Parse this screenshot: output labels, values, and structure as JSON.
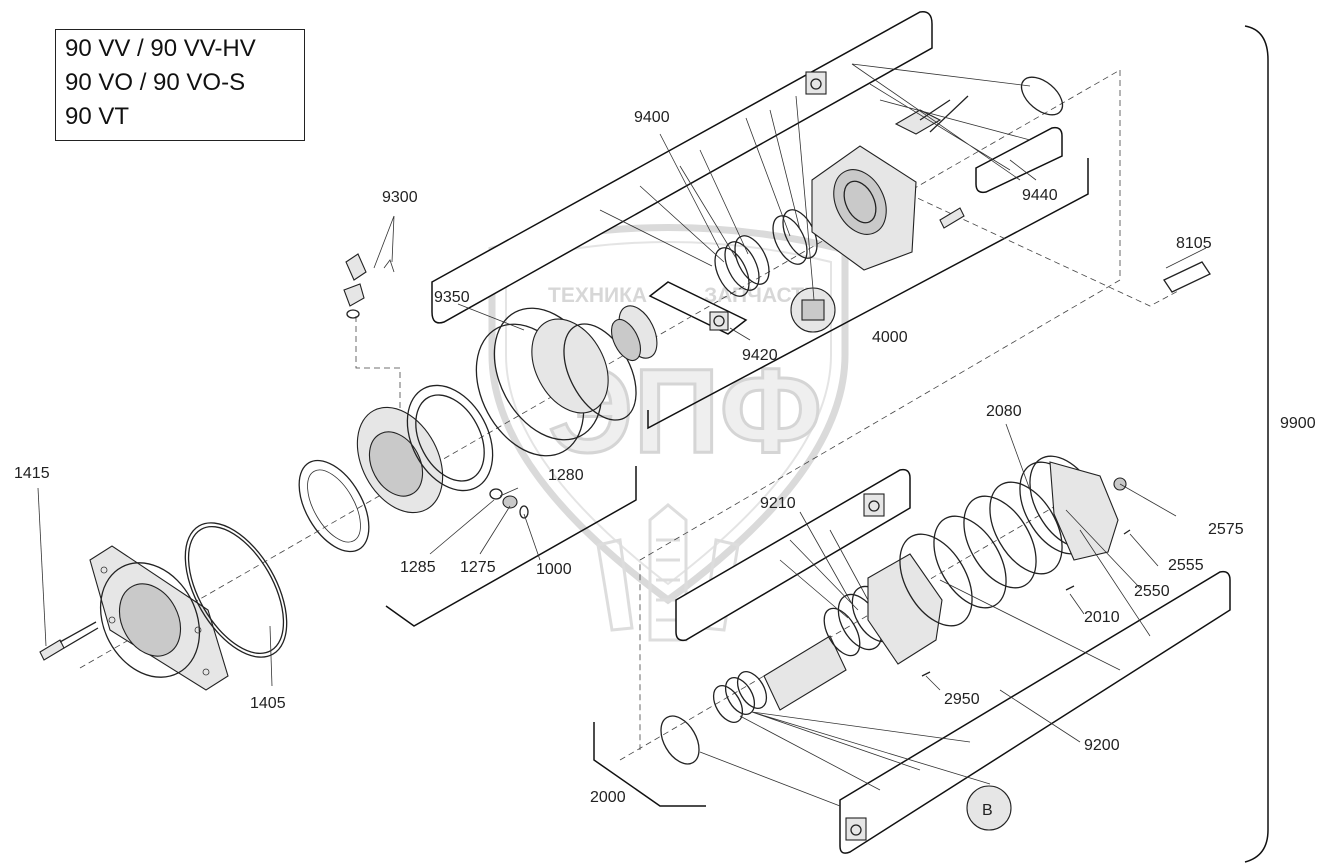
{
  "models": [
    "90 VV / 90 VV-HV",
    "90 VO / 90 VO-S",
    "90 VT"
  ],
  "watermark": {
    "top": "ТЕХНИКА",
    "top_right": "ЗАПЧАСТИ",
    "big": "ЭПФ"
  },
  "parts": {
    "p9900": "9900",
    "p9400": "9400",
    "p9440": "9440",
    "p9300": "9300",
    "p8105": "8105",
    "p9350": "9350",
    "p4000": "4000",
    "p9420": "9420",
    "p2080": "2080",
    "p1415": "1415",
    "p1280": "1280",
    "p9210": "9210",
    "p2575": "2575",
    "p2555": "2555",
    "p2550": "2550",
    "p1285": "1285",
    "p1275": "1275",
    "p1000": "1000",
    "p2010": "2010",
    "p1405": "1405",
    "p2950": "2950",
    "p9200": "9200",
    "p2000": "2000"
  }
}
